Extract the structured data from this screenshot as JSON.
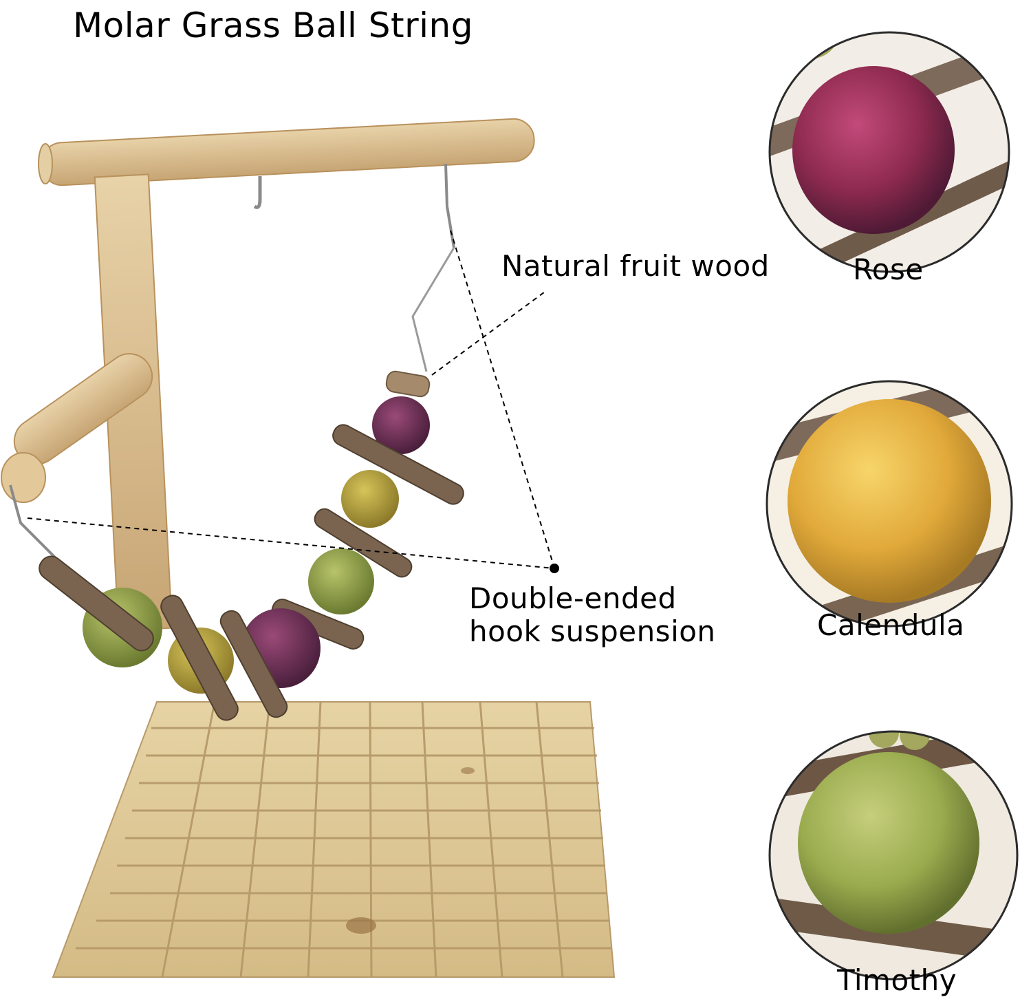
{
  "title": "Molar Grass Ball String",
  "callouts": {
    "fruit_wood": "Natural fruit wood",
    "hook_line1": "Double-ended",
    "hook_line2": "hook suspension"
  },
  "insets": [
    {
      "label": "Rose",
      "color": "#8e2a4f"
    },
    {
      "label": "Calendula",
      "color": "#e6b43a"
    },
    {
      "label": "Timothy",
      "color": "#a7b35c"
    }
  ],
  "colors": {
    "wood_light": "#dcc294",
    "wood_dark": "#b99462",
    "branch": "#7a6450",
    "rose": "#6e2f55",
    "calendula": "#c8b348",
    "timothy": "#9aab4e"
  }
}
